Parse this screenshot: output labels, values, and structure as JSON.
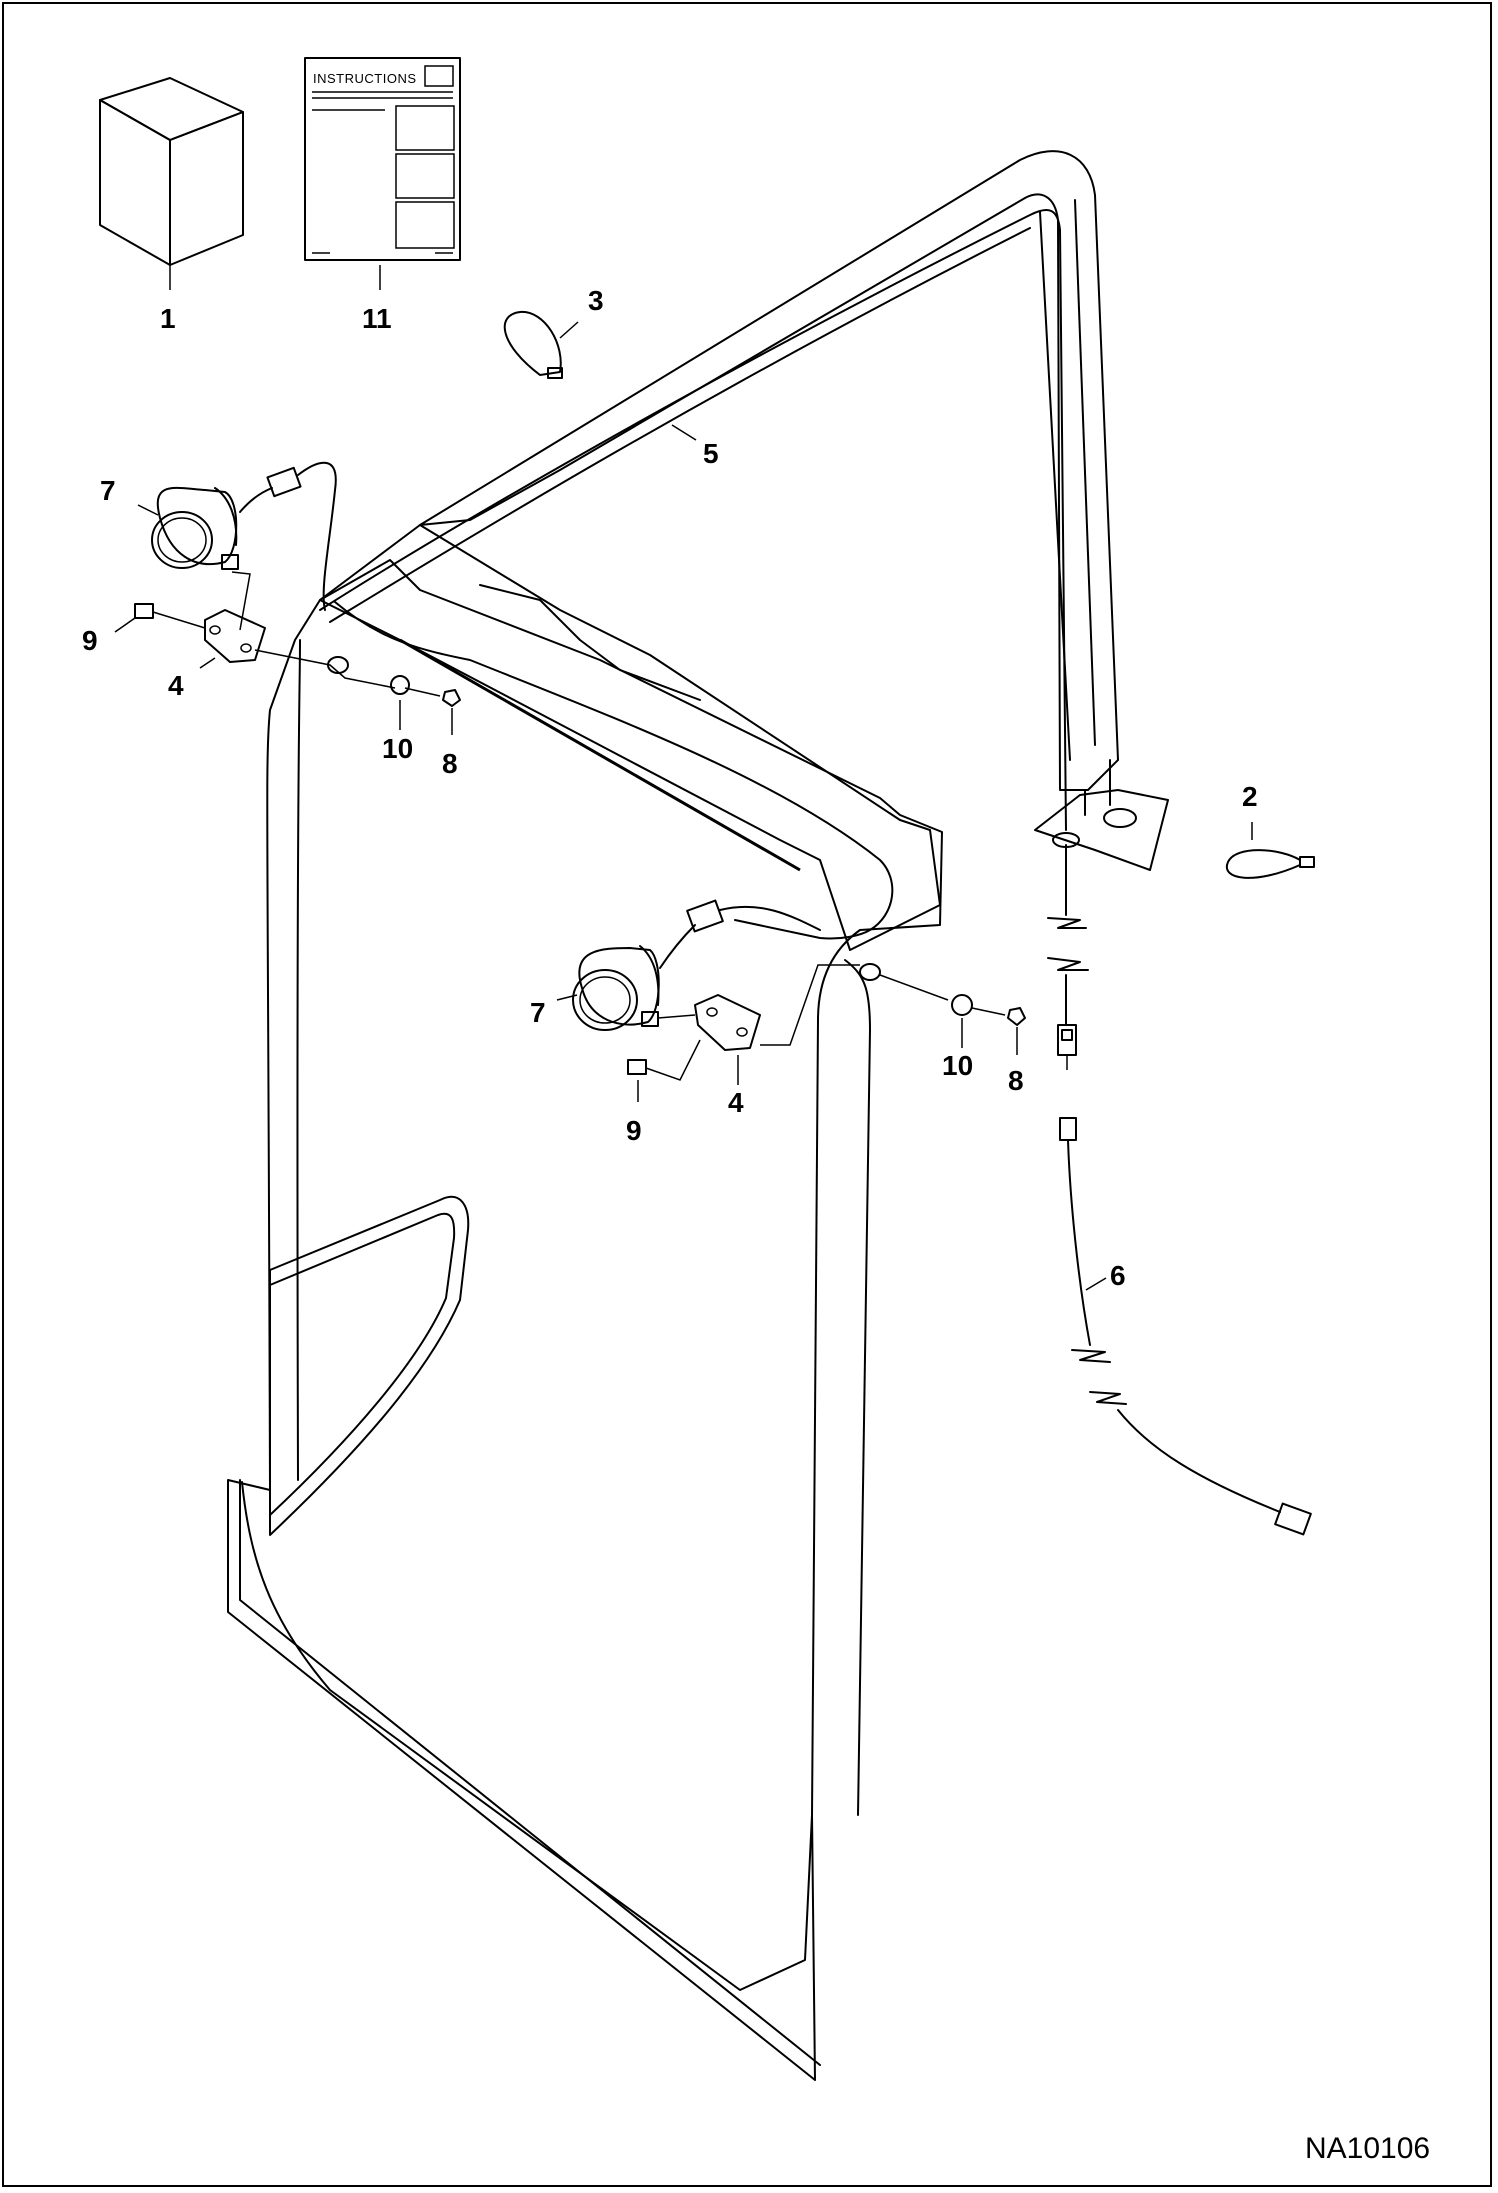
{
  "callouts": [
    {
      "id": "1",
      "text": "1"
    },
    {
      "id": "11",
      "text": "11"
    },
    {
      "id": "3",
      "text": "3"
    },
    {
      "id": "5",
      "text": "5"
    },
    {
      "id": "7a",
      "text": "7"
    },
    {
      "id": "9a",
      "text": "9"
    },
    {
      "id": "4a",
      "text": "4"
    },
    {
      "id": "10a",
      "text": "10"
    },
    {
      "id": "8a",
      "text": "8"
    },
    {
      "id": "2",
      "text": "2"
    },
    {
      "id": "7b",
      "text": "7"
    },
    {
      "id": "4b",
      "text": "4"
    },
    {
      "id": "9b",
      "text": "9"
    },
    {
      "id": "10b",
      "text": "10"
    },
    {
      "id": "8b",
      "text": "8"
    },
    {
      "id": "6",
      "text": "6"
    }
  ],
  "instructions_sheet": {
    "heading": "INSTRUCTIONS"
  },
  "drawing_code": "NA10106",
  "colors": {
    "line": "#000000",
    "background": "#ffffff",
    "fill": "#ffffff"
  }
}
